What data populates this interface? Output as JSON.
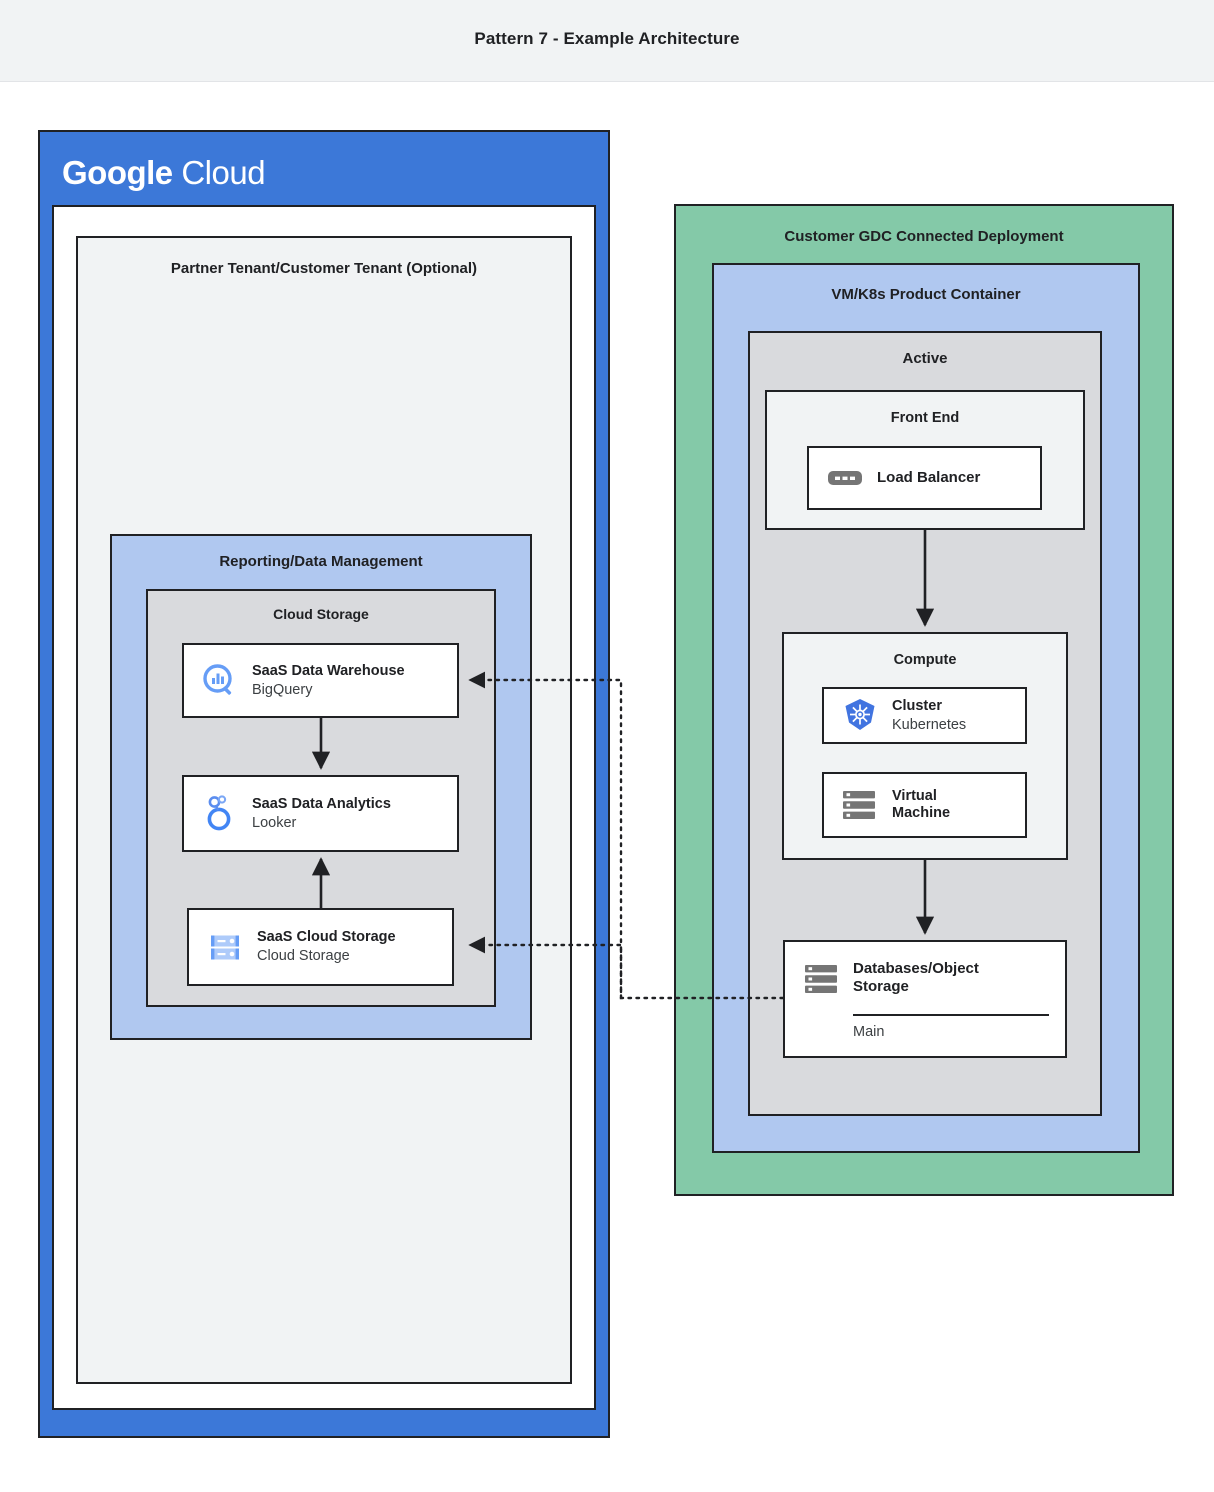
{
  "header": {
    "title": "Pattern 7 - Example Architecture"
  },
  "google_cloud": {
    "logo_bold": "Google",
    "logo_light": "Cloud",
    "brand_color": "#3c78d8",
    "tenant": {
      "title": "Partner Tenant/Customer Tenant (Optional)"
    },
    "reporting": {
      "title": "Reporting/Data Management",
      "accent_color": "#b0c8f0",
      "cloud_storage_group": {
        "title": "Cloud Storage",
        "accent_color": "#d9dadd",
        "services": [
          {
            "icon": "bigquery-icon",
            "name": "SaaS Data Warehouse",
            "product": "BigQuery"
          },
          {
            "icon": "looker-icon",
            "name": "SaaS Data Analytics",
            "product": "Looker"
          },
          {
            "icon": "cloud-storage-icon",
            "name": "SaaS Cloud Storage",
            "product": "Cloud Storage"
          }
        ]
      }
    }
  },
  "gdc": {
    "title": "Customer GDC Connected Deployment",
    "accent_color": "#84c9a8",
    "product_container": {
      "title": "VM/K8s Product Container",
      "accent_color": "#b0c8f0",
      "active": {
        "title": "Active",
        "accent_color": "#d9dadd",
        "front_end": {
          "title": "Front End",
          "items": [
            {
              "icon": "load-balancer-icon",
              "name": "Load Balancer"
            }
          ]
        },
        "compute": {
          "title": "Compute",
          "items": [
            {
              "icon": "kubernetes-icon",
              "name": "Cluster",
              "product": "Kubernetes"
            },
            {
              "icon": "virtual-machine-icon",
              "name": "Virtual\nMachine",
              "name_line1": "Virtual",
              "name_line2": "Machine"
            }
          ]
        },
        "database": {
          "icon": "database-icon",
          "name_line1": "Databases/Object",
          "name_line2": "Storage",
          "sub": "Main"
        }
      }
    }
  },
  "connectors": {
    "style": "dotted",
    "color": "#202124",
    "flows": [
      {
        "from": "database",
        "to": "SaaS Data Warehouse",
        "direction": "left"
      },
      {
        "from": "database",
        "to": "SaaS Cloud Storage",
        "direction": "left"
      }
    ],
    "solid_flows": [
      {
        "from": "Load Balancer",
        "to": "Compute",
        "direction": "down"
      },
      {
        "from": "Compute",
        "to": "Databases/Object Storage",
        "direction": "down"
      },
      {
        "from": "SaaS Data Warehouse",
        "to": "SaaS Data Analytics",
        "direction": "down"
      },
      {
        "from": "SaaS Cloud Storage",
        "to": "SaaS Data Analytics",
        "direction": "up"
      }
    ]
  }
}
